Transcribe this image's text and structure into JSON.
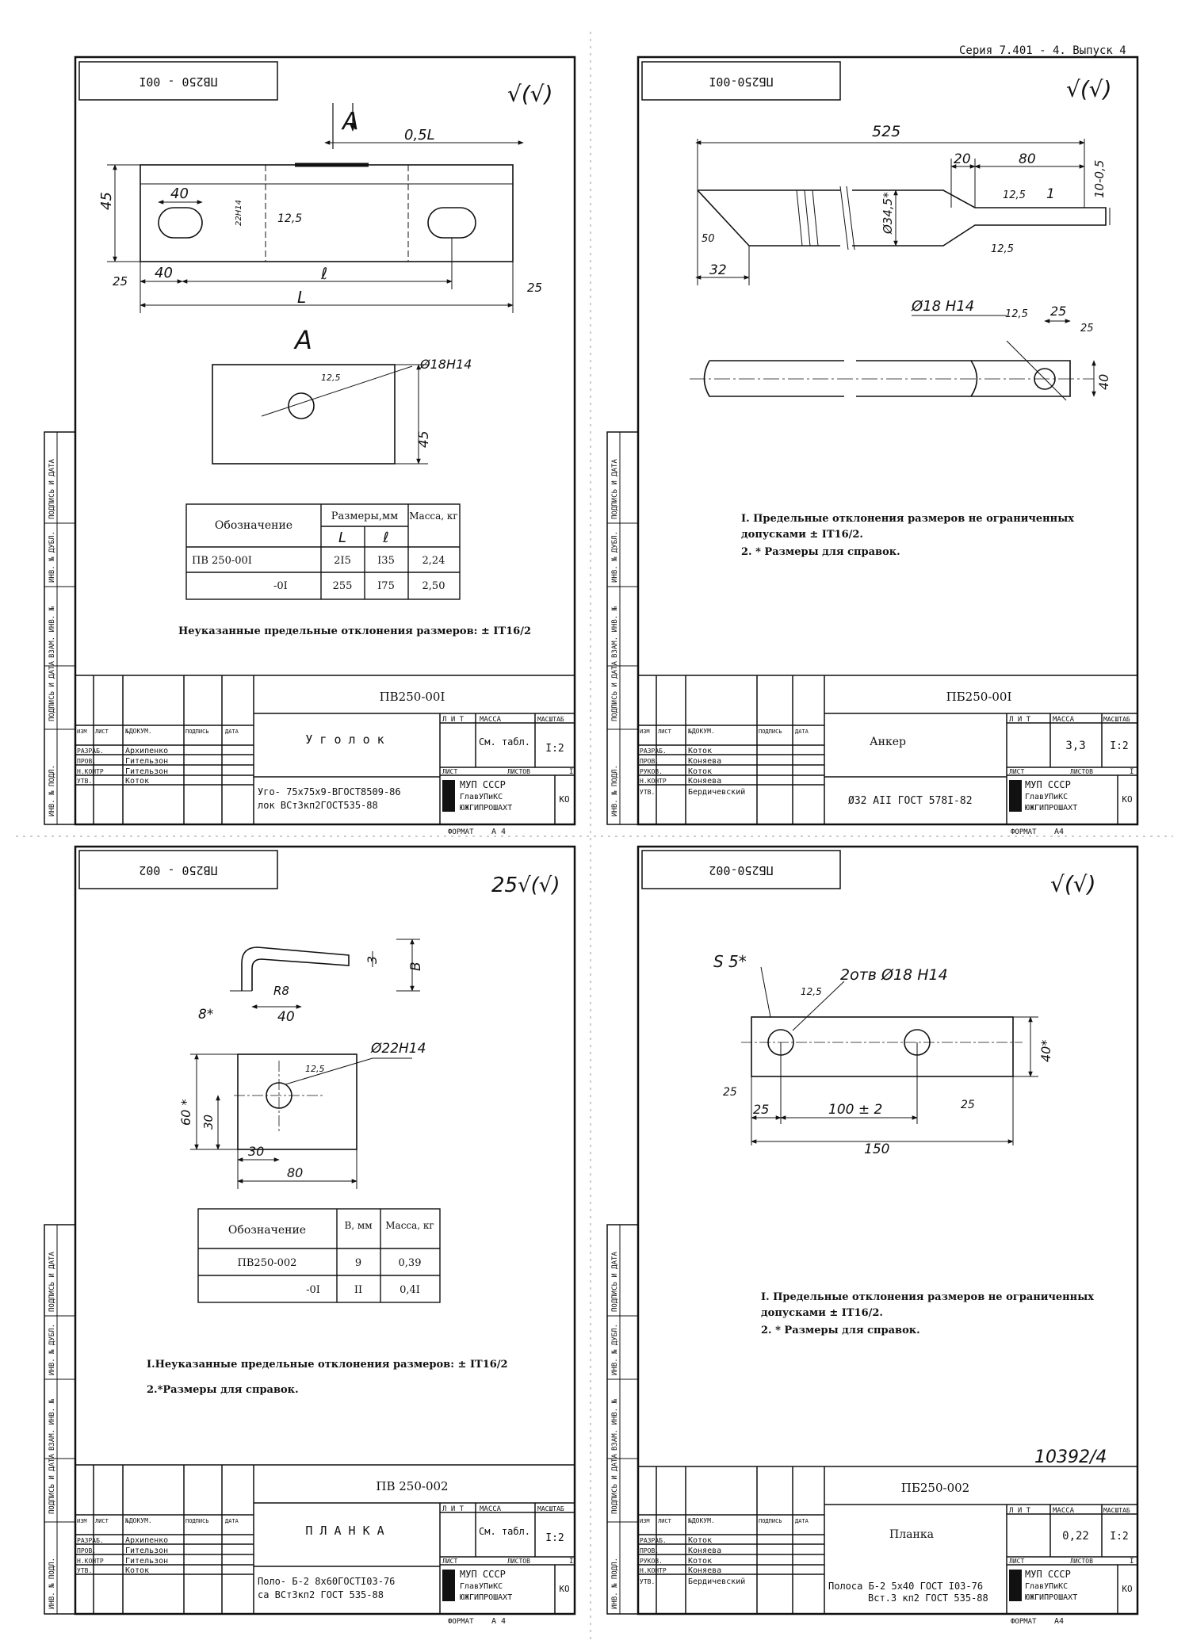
{
  "series_header": "Серия 7.401 - 4. Выпуск 4",
  "side_labels": {
    "inv_podl": "ИНВ. № ПОДЛ.",
    "podpis_data": "ПОДПИСЬ И ДАТА",
    "vzam_inv": "ВЗАМ. ИНВ. №",
    "inv_dubl": "ИНВ. № ДУБЛ."
  },
  "title_block_labels": {
    "izm": "ИЗМ",
    "list": "ЛИСТ",
    "n_dokum": "№ДОКУМ.",
    "podpis": "ПОДПИСЬ",
    "data": "ДАТА",
    "razrab": "РАЗРАБ.",
    "prov": "ПРОВ.",
    "n_kontr": "Н.КОНТР",
    "rukov": "РУКОВ.",
    "utv": "УТВ.",
    "lit": "Л И Т",
    "massa": "МАССА",
    "masshtab": "МАСШТАБ",
    "listov": "ЛИСТОВ",
    "format": "ФОРМАТ",
    "org1": "МУП СССР",
    "org2": "ГлавУПиКС",
    "org3": "ЮЖГИПРОШАХТ",
    "ko": "КО"
  },
  "sheets": [
    {
      "code_stamp": "ПВ250 - 00I",
      "roughness": "√(√)",
      "drawing": {
        "section_label": "A",
        "dim_half": "0,5L",
        "dim_45": "45",
        "dim_40a": "40",
        "dim_40b": "40",
        "dim_hole": "Ø18H14",
        "dim_slot": "22H14",
        "rough_125": "12,5",
        "rough_25": "25",
        "dim_l": "ℓ",
        "dim_L": "L",
        "view_label": "A",
        "view_hole": "Ø18H14",
        "view_125": "12,5",
        "view_45": "45"
      },
      "table": {
        "headers": [
          "Обозначение",
          "Размеры,мм",
          "Масса, кг"
        ],
        "subheaders": [
          "L",
          "ℓ"
        ],
        "rows": [
          [
            "ПВ 250-00I",
            "2I5",
            "I35",
            "2,24"
          ],
          [
            "-0I",
            "255",
            "I75",
            "2,50"
          ]
        ]
      },
      "notes": [
        "Неуказанные предельные отклонения размеров: ± IT16/2"
      ],
      "title": {
        "designation": "ПВ250-00I",
        "name": "У г о л о к",
        "material_1": "Уго-  75x75x9-ВГОСТ8509-86",
        "material_2": "лок  ВСт3кп2ГОСТ535-88",
        "mass": "См. табл.",
        "scale": "I:2",
        "sheets_count": "I",
        "people": [
          "Архипенко",
          "Гительзон",
          "Гительзон",
          "Коток"
        ],
        "roles": [
          "РАЗРАБ.",
          "ПРОВ.",
          "Н.КОНТР",
          "УТВ."
        ],
        "format": "А 4"
      }
    },
    {
      "code_stamp": "ПБ250-00I",
      "roughness": "√(√)",
      "drawing": {
        "dim_525": "525",
        "dim_20": "20",
        "dim_80": "80",
        "dim_dia": "Ø34,5*",
        "dim_thk": "10-0,5",
        "rough_125a": "12,5",
        "rough_125b": "12,5",
        "rough_50": "50",
        "dim_32": "32",
        "mark_1": "1",
        "dim_hole": "Ø18 H14",
        "rough_125c": "12,5",
        "dim_25a": "25",
        "dim_25b": "25",
        "dim_40": "40"
      },
      "notes": [
        "I. Предельные отклонения размеров не ограниченных",
        "   допусками ± IT16/2.",
        "2. * Размеры для справок."
      ],
      "title": {
        "designation": "ПБ250-00I",
        "name": "Анкер",
        "material_1": "Ø32 АII ГОСТ 578I-82",
        "mass": "3,3",
        "scale": "I:2",
        "sheets_count": "I",
        "people": [
          "Коток",
          "Коняева",
          "Коток",
          "Коняева",
          "Бердичевский"
        ],
        "roles": [
          "РАЗРАБ.",
          "ПРОВ.",
          "РУКОВ.",
          "Н.КОНТР",
          "УТВ."
        ],
        "format": "А4"
      }
    },
    {
      "code_stamp": "ПВ250 - 002",
      "roughness": "25√(√)",
      "drawing": {
        "dim_3": "3",
        "dim_B": "B",
        "dim_R8": "R8",
        "dim_8": "8*",
        "dim_40": "40",
        "dim_hole": "Ø22H14",
        "rough_125": "12,5",
        "dim_60": "60 *",
        "dim_30v": "30",
        "dim_30h": "30",
        "dim_80": "80"
      },
      "table": {
        "headers": [
          "Обозначение",
          "B, мм",
          "Масса, кг"
        ],
        "rows": [
          [
            "ПВ250-002",
            "9",
            "0,39"
          ],
          [
            "-0I",
            "II",
            "0,4I"
          ]
        ]
      },
      "notes": [
        "I.Неуказанные предельные отклонения размеров: ± IT16/2",
        "2.*Размеры для справок."
      ],
      "title": {
        "designation": "ПВ 250-002",
        "name": "П Л А Н К А",
        "material_1": "Поло-  Б-2 8x60ГОСТI03-76",
        "material_2": "са  ВСт3кп2 ГОСТ 535-88",
        "mass": "См. табл.",
        "scale": "I:2",
        "sheets_count": "I",
        "people": [
          "Архипенко",
          "Гительзон",
          "Гительзон",
          "Коток"
        ],
        "roles": [
          "РАЗРАБ.",
          "ПРОВ.",
          "Н.КОНТР",
          "УТВ."
        ],
        "format": "А 4"
      }
    },
    {
      "code_stamp": "ПБ250-002",
      "roughness": "√(√)",
      "drawing": {
        "dim_s5": "S 5*",
        "dim_holes": "2отв Ø18 H14",
        "rough_125": "12,5",
        "dim_40": "40*",
        "rough_25a": "25",
        "rough_25b": "25",
        "dim_25": "25",
        "dim_100": "100 ± 2",
        "dim_150": "150"
      },
      "notes": [
        "I. Предельные отклонения размеров не ограниченных",
        "   допусками ± IT16/2.",
        "2. * Размеры для справок."
      ],
      "title": {
        "designation": "ПБ250-002",
        "name": "Планка",
        "material_1": "Полоса  Б-2 5x40 ГОСТ I03-76",
        "material_2": "Вст.3 кп2 ГОСТ 535-88",
        "mass": "0,22",
        "scale": "I:2",
        "sheets_count": "I",
        "people": [
          "Коток",
          "Коняева",
          "Коток",
          "Коняева",
          "Бердичевский"
        ],
        "roles": [
          "РАЗРАБ.",
          "ПРОВ.",
          "РУКОВ.",
          "Н.КОНТР",
          "УТВ."
        ],
        "format": "А4"
      }
    }
  ],
  "archive_number": "10392/4"
}
